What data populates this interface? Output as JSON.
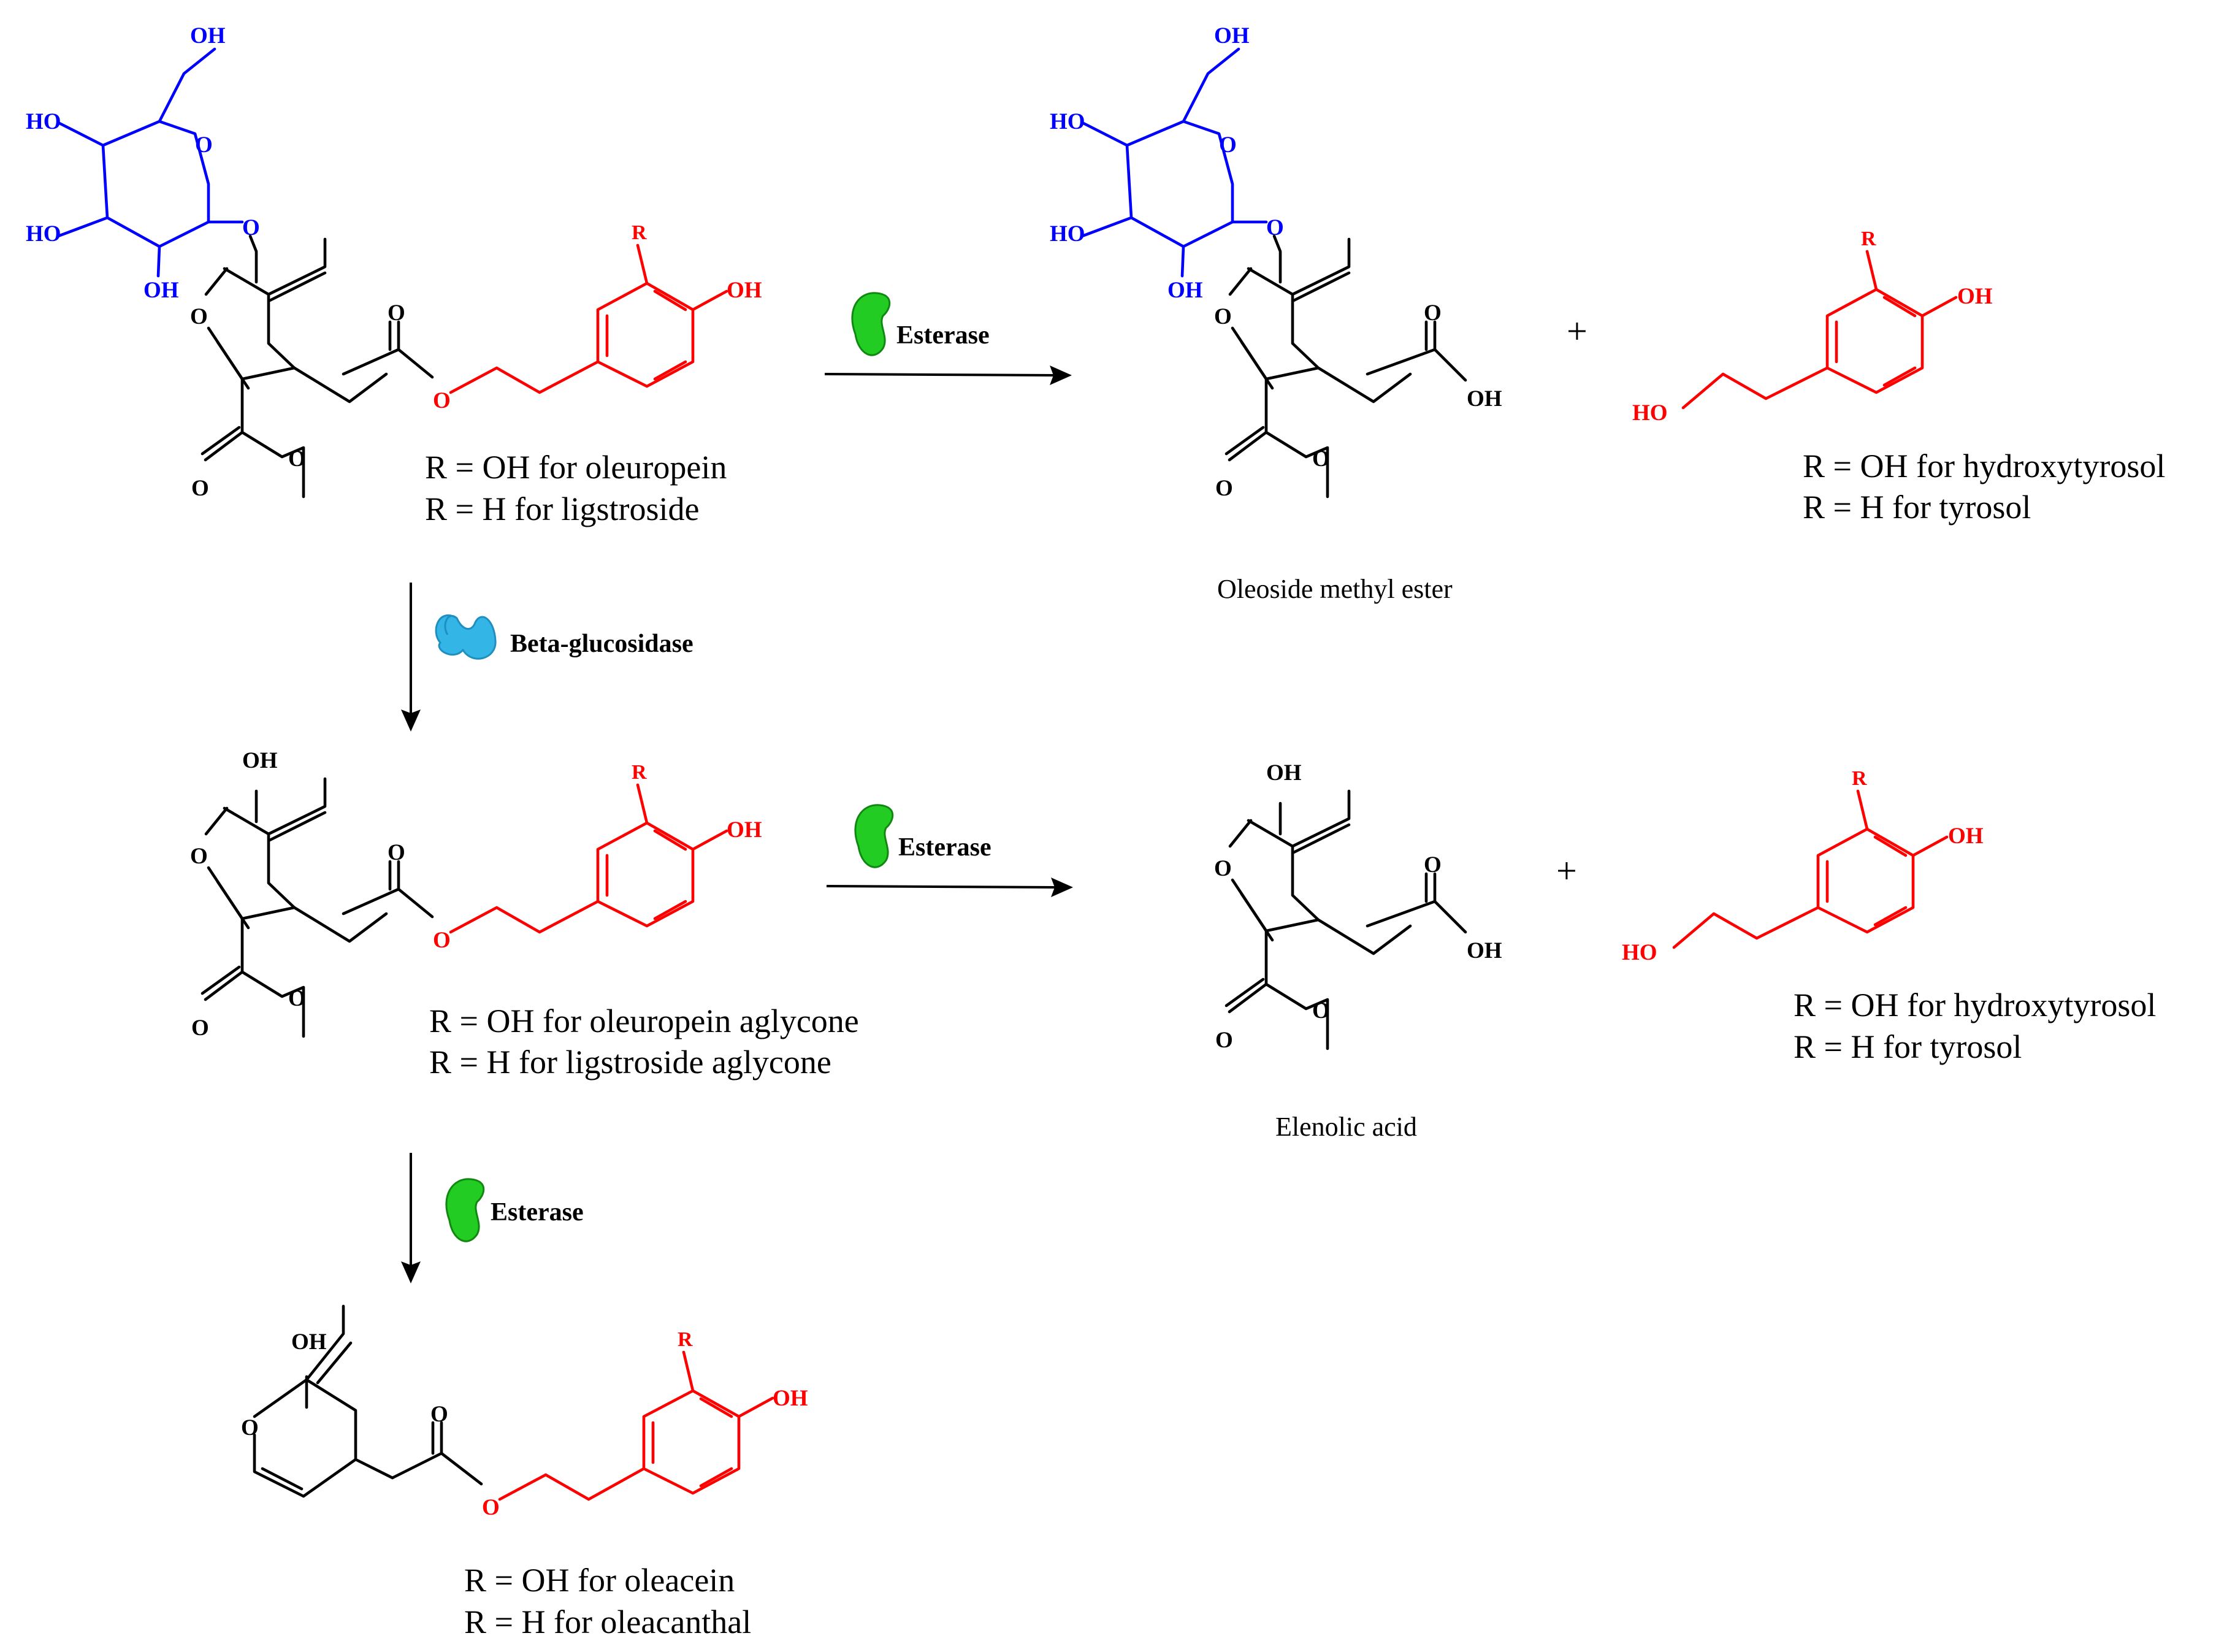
{
  "atoms": {
    "oh": "OH",
    "ho": "HO",
    "o": "O",
    "r": "R"
  },
  "enzymes": {
    "esterase": "Esterase",
    "beta_glucosidase": "Beta-glucosidase"
  },
  "plus": "+",
  "captions": {
    "s1_line1": "R = OH for oleuropein",
    "s1_line2": "R = H for ligstroside",
    "s2_line1": "R = OH for oleuropein aglycone",
    "s2_line2": "R = H for ligstroside aglycone",
    "s3_line1": "R = OH for oleacein",
    "s3_line2": "R = H for oleacanthal",
    "p1_line1": "R = OH for hydroxytyrosol",
    "p1_line2": "R = H for tyrosol",
    "p2_line1": "R = OH for hydroxytyrosol",
    "p2_line2": "R = H for tyrosol"
  },
  "names": {
    "oleoside_methyl_ester": "Oleoside methyl ester",
    "elenolic_acid": "Elenolic acid"
  },
  "colors": {
    "glucose": "#0000ff",
    "phenol": "#ff0000",
    "esterase_icon": "#22cc22",
    "glucosidase_icon": "#33b5e5"
  }
}
